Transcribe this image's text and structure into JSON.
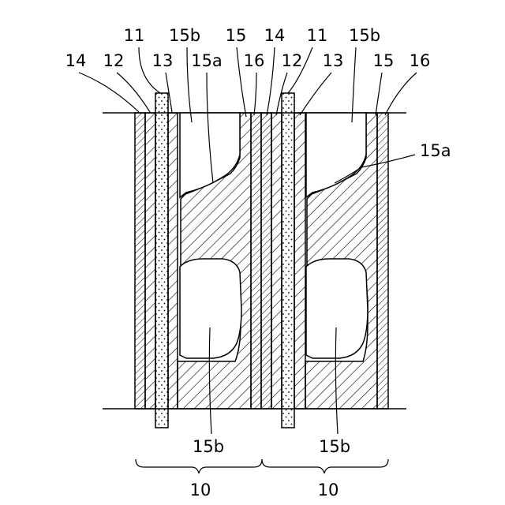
{
  "labels": {
    "top_row1": [
      "11",
      "15b",
      "15",
      "14",
      "11",
      "15b"
    ],
    "top_row2": [
      "14",
      "12",
      "13",
      "15a",
      "16",
      "12",
      "13",
      "15",
      "16"
    ],
    "right_15a": "15a",
    "bottom_15b_left": "15b",
    "bottom_15b_right": "15b",
    "unit_left": "10",
    "unit_right": "10"
  }
}
